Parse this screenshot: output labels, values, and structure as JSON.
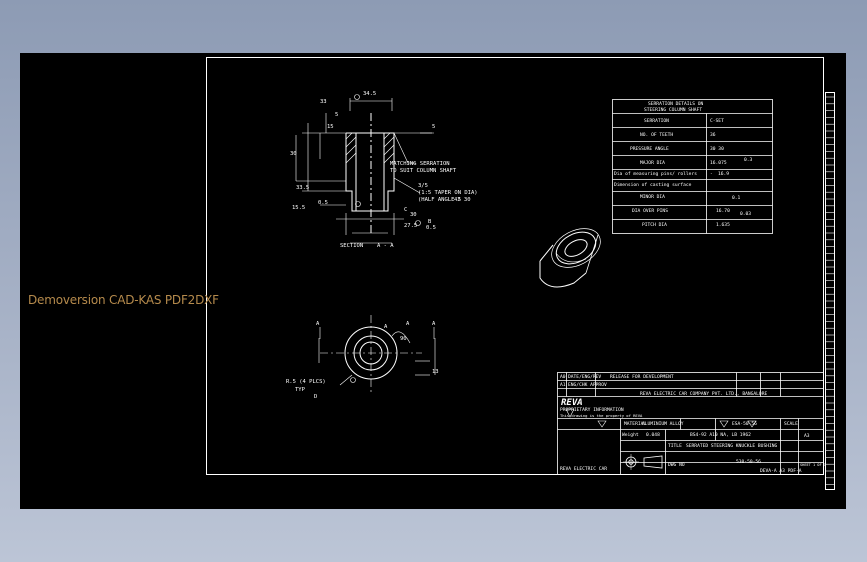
{
  "watermark": "Demoversion CAD-KAS PDF2DXF",
  "section_view": {
    "dims": {
      "d_top": "34.5",
      "d_left_top": "33",
      "d_left_2": "5",
      "d_left_3": "15",
      "d_left_main": "30",
      "d_left_low": "33.5",
      "d_bottom_left": "15.5",
      "d_bottom_tol": "0.5",
      "d_right_5": "5",
      "d_lower_30": "30",
      "d_lower_275": "27.5",
      "d_lower_b": "B",
      "d_lower_tol": "0.5",
      "d_lower_c": "C"
    },
    "notes": [
      "MATCHING SERRATION",
      "TO SUIT COLUMN SHAFT",
      "3/5",
      "(1:5 TAPER ON DIA)",
      "(HALF ANGLE 5",
      "42 30"
    ],
    "title": "SECTION",
    "section_ref": "A - A"
  },
  "front_view": {
    "labels": [
      "A",
      "A",
      "A",
      "A"
    ],
    "angle": "90",
    "dim_right": "13",
    "notes": [
      "R.5 (4 PLCS)",
      "TYP",
      "D"
    ]
  },
  "spec_table": {
    "title_lines": [
      "SERRATION DETAILS ON",
      "STEERING COLUMN SHAFT"
    ],
    "rows": [
      [
        "SERRATION",
        "C-SET"
      ],
      [
        "NO. OF TEETH",
        "36"
      ],
      [
        "PRESSURE ANGLE",
        "30 30"
      ],
      [
        "MAJOR DIA",
        "16.075",
        "0.3"
      ],
      [
        "Dia of measuring pins/ rollers",
        "-",
        "16.9"
      ],
      [
        "Dimension of casting surface",
        "",
        ""
      ],
      [
        "MINOR DIA",
        "",
        "0.1"
      ],
      [
        "DIA OVER PINS",
        "16.70",
        "0.03"
      ],
      [
        "PITCH DIA",
        "1.635",
        ""
      ]
    ]
  },
  "title_block": {
    "rev_row_1": [
      "A0",
      "DATE/ENG/REV",
      "RELEASE FOR DEVELOPMENT"
    ],
    "rev_row_2": [
      "A1",
      "ENG/CHK APPROV"
    ],
    "logo": "REVA",
    "company": "REVA ELECTRIC CAR COMPANY PVT. LTD., BANGALORE",
    "proprietary": "PROPRIETARY INFORMATION",
    "proprietary_note": "This drawing is the property of REVA",
    "material_label": "MATERIAL",
    "material": "ALUMINIUM ALLOY",
    "weight_label": "Weight",
    "weight": "0.048",
    "material_spec": "BS4-92 A10 NA, LB 1962",
    "part_no": "ESA-50-56",
    "title_label": "TITLE",
    "title": "SERRATED STEERING KNUCKLE BUSHING",
    "dwg_label": "DWG NO",
    "dwg_no": "530-50-56",
    "sheet": "SHEET 1 OF 1",
    "scale": "SCALE",
    "size": "A3",
    "footer_left": "REVA ELECTRIC CAR",
    "footer_right": "DEVA-A  A3  PDF-A"
  }
}
